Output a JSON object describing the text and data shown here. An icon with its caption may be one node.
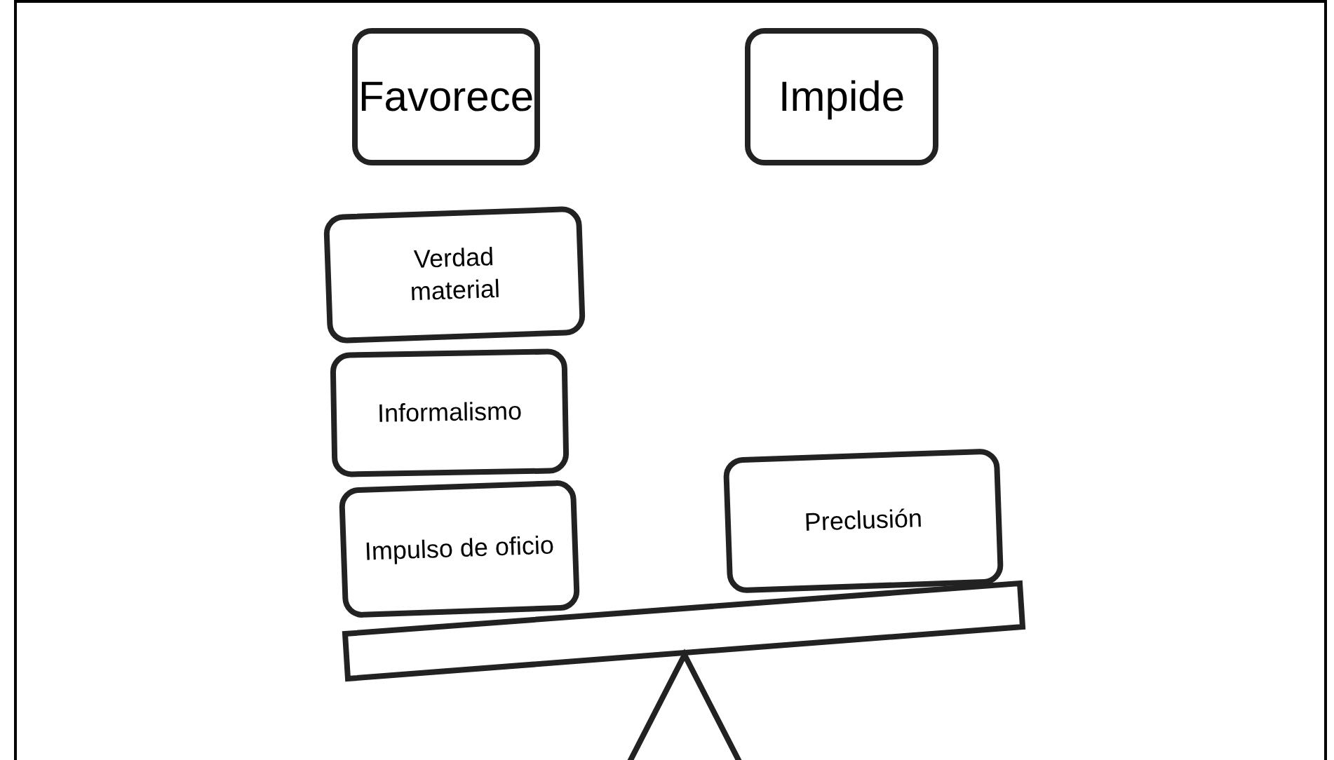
{
  "diagram": {
    "nodes": [
      {
        "text": [
          "Favorece"
        ]
      },
      {
        "text": [
          "Impide"
        ]
      },
      {
        "text": [
          "Verdad material"
        ]
      },
      {
        "text": [
          "Informalismo"
        ]
      },
      {
        "text": [
          "Impulso de oficio"
        ]
      },
      {
        "text": [
          "Preclusión"
        ]
      }
    ]
  }
}
